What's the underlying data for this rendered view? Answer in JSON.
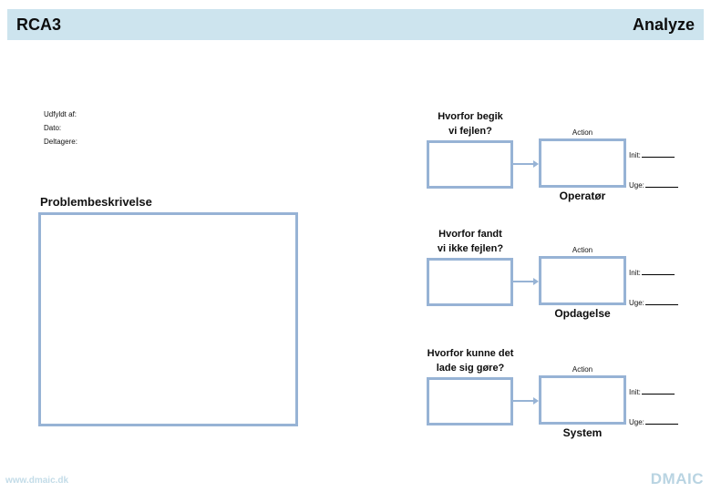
{
  "header": {
    "title": "RCA3",
    "phase": "Analyze"
  },
  "meta": {
    "filled_by_label": "Udfyldt af:",
    "date_label": "Dato:",
    "participants_label": "Deltagere:"
  },
  "problem": {
    "label": "Problembeskrivelse",
    "value": ""
  },
  "sections": [
    {
      "question_line1": "Hvorfor begik",
      "question_line2": "vi fejlen?",
      "action_label": "Action",
      "init_label": "Init:",
      "week_label": "Uge:",
      "category": "Operatør",
      "why_value": "",
      "action_value": "",
      "init_value": "",
      "week_value": ""
    },
    {
      "question_line1": "Hvorfor fandt",
      "question_line2": "vi ikke fejlen?",
      "action_label": "Action",
      "init_label": "Init:",
      "week_label": "Uge:",
      "category": "Opdagelse",
      "why_value": "",
      "action_value": "",
      "init_value": "",
      "week_value": ""
    },
    {
      "question_line1": "Hvorfor kunne det",
      "question_line2": "lade sig gøre?",
      "action_label": "Action",
      "init_label": "Init:",
      "week_label": "Uge:",
      "category": "System",
      "why_value": "",
      "action_value": "",
      "init_value": "",
      "week_value": ""
    }
  ],
  "footer": {
    "website": "www.dmaic.dk",
    "logo": "DMAIC"
  },
  "colors": {
    "header_background": "#cde4ee",
    "box_border": "#97b3d5",
    "footer_text": "#b9d4e2",
    "text": "#0d0d0d"
  }
}
